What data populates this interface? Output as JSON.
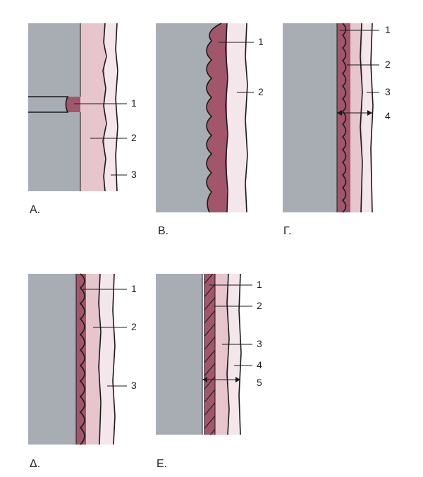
{
  "panels": [
    {
      "label": "A.",
      "numbers": [
        "1",
        "2",
        "3"
      ]
    },
    {
      "label": "B.",
      "numbers": [
        "1",
        "2"
      ]
    },
    {
      "label": "Γ.",
      "numbers": [
        "1",
        "2",
        "3",
        "4"
      ]
    },
    {
      "label": "Δ.",
      "numbers": [
        "1",
        "2",
        "3"
      ]
    },
    {
      "label": "E.",
      "numbers": [
        "1",
        "2",
        "3",
        "4",
        "5"
      ]
    }
  ]
}
